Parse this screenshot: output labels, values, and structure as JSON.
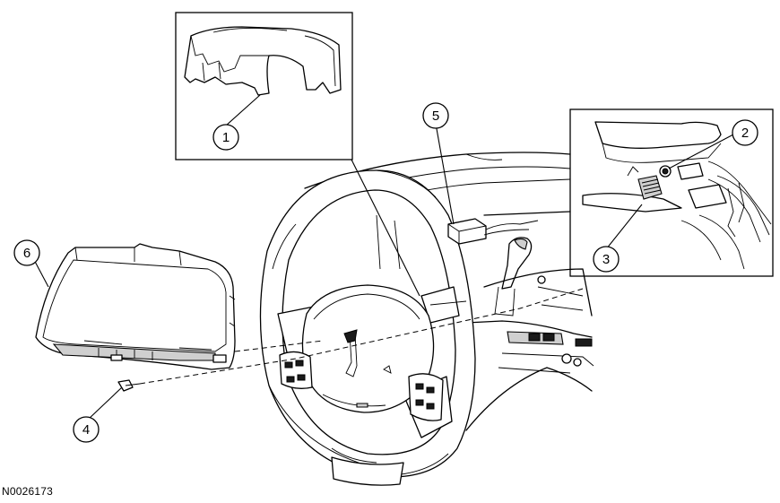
{
  "figure_id": "N0026173",
  "callouts": [
    {
      "id": "callout-1",
      "label": "1"
    },
    {
      "id": "callout-2",
      "label": "2"
    },
    {
      "id": "callout-3",
      "label": "3"
    },
    {
      "id": "callout-4",
      "label": "4"
    },
    {
      "id": "callout-5",
      "label": "5"
    },
    {
      "id": "callout-6",
      "label": "6"
    }
  ]
}
